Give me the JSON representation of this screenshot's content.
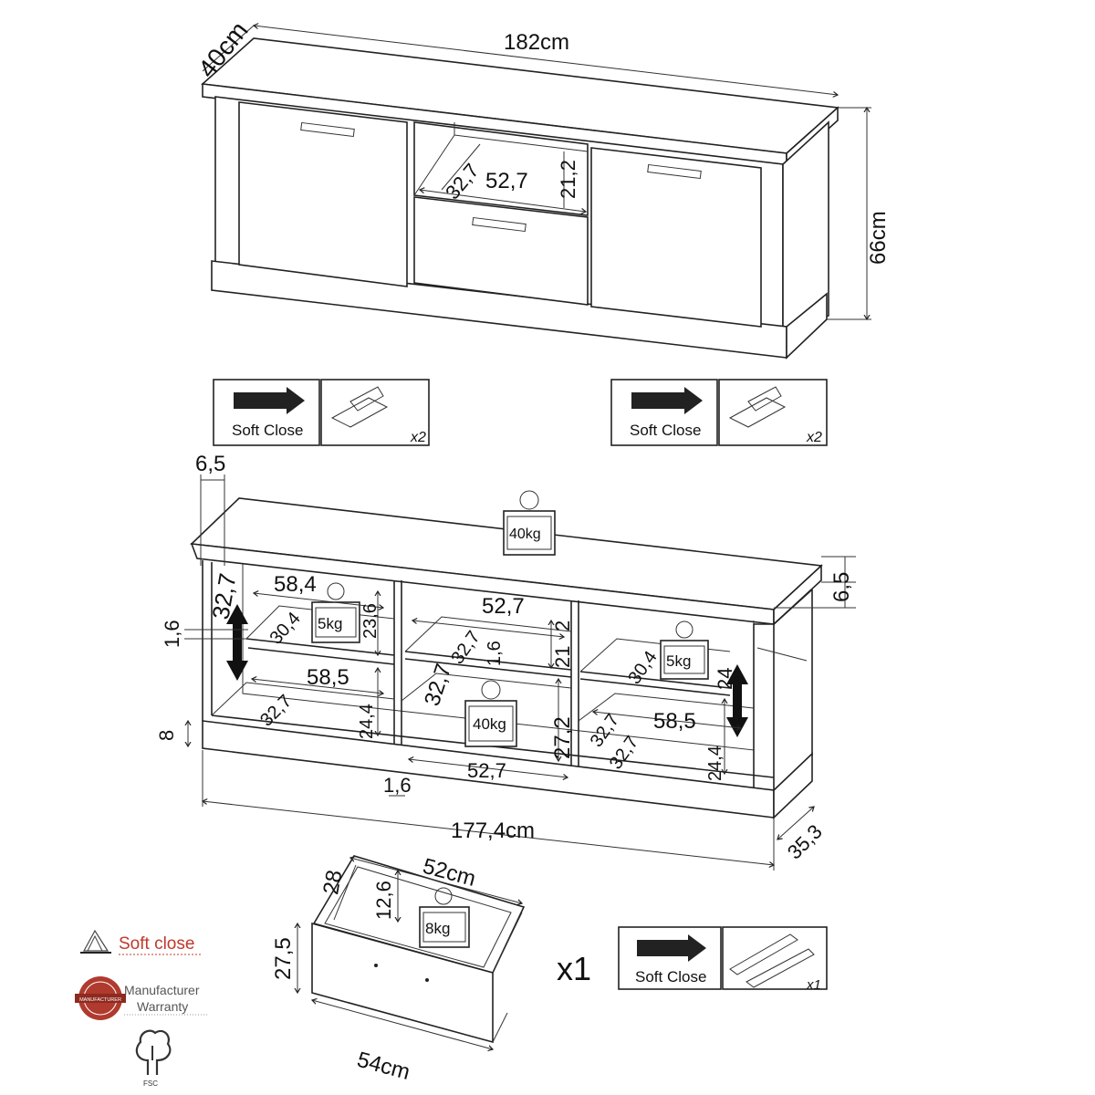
{
  "top_view": {
    "depth": "40cm",
    "width": "182cm",
    "height": "66cm",
    "niche_depth": "32,7",
    "niche_width": "52,7",
    "niche_height": "21,2"
  },
  "feature_boxes": {
    "left": {
      "label": "Soft Close",
      "count": "x2"
    },
    "right": {
      "label": "Soft Close",
      "count": "x2"
    },
    "drawer": {
      "label": "Soft Close",
      "count": "x1"
    }
  },
  "interior_view": {
    "top_overhang": "6,5",
    "top_thickness": "6,5",
    "top_load": "40kg",
    "left_depth": "32,7",
    "shelf_thickness": "1,6",
    "plinth": "8",
    "left_top_width": "58,4",
    "left_top_depth": "30,4",
    "left_top_height": "23,6",
    "left_shelf_load": "5kg",
    "left_bottom_width": "58,5",
    "left_bottom_depth": "32,7",
    "left_bottom_height": "24,4",
    "mid_width": "52,7",
    "mid_top_depth": "32,7",
    "mid_shelf_thickness": "1,6",
    "mid_top_height": "21",
    "mid_gap": "2",
    "mid_depth": "32,7",
    "mid_load": "40kg",
    "mid_bottom_height": "27,2",
    "mid_bottom_width": "52,7",
    "divider": "1,6",
    "right_top_depth": "30,4",
    "right_shelf_load": "5kg",
    "right_top_height": "24",
    "right_depth_a": "32,7",
    "right_depth_b": "32,7",
    "right_bottom_width": "58,5",
    "right_bottom_height": "24,4",
    "total_width": "177,4cm",
    "total_depth": "35,3"
  },
  "drawer": {
    "width": "52cm",
    "depth": "28",
    "inner_height": "12,6",
    "front_height": "27,5",
    "front_width": "54cm",
    "load": "8kg",
    "quantity": "x1"
  },
  "legend": {
    "soft_close": "Soft close",
    "warranty_line1": "Manufacturer",
    "warranty_line2": "Warranty",
    "seal_text": "MANUFACTURER",
    "fsc": "FSC"
  },
  "colors": {
    "accent_red": "#c0392b",
    "line": "#222222",
    "fsc_green": "#333333"
  }
}
